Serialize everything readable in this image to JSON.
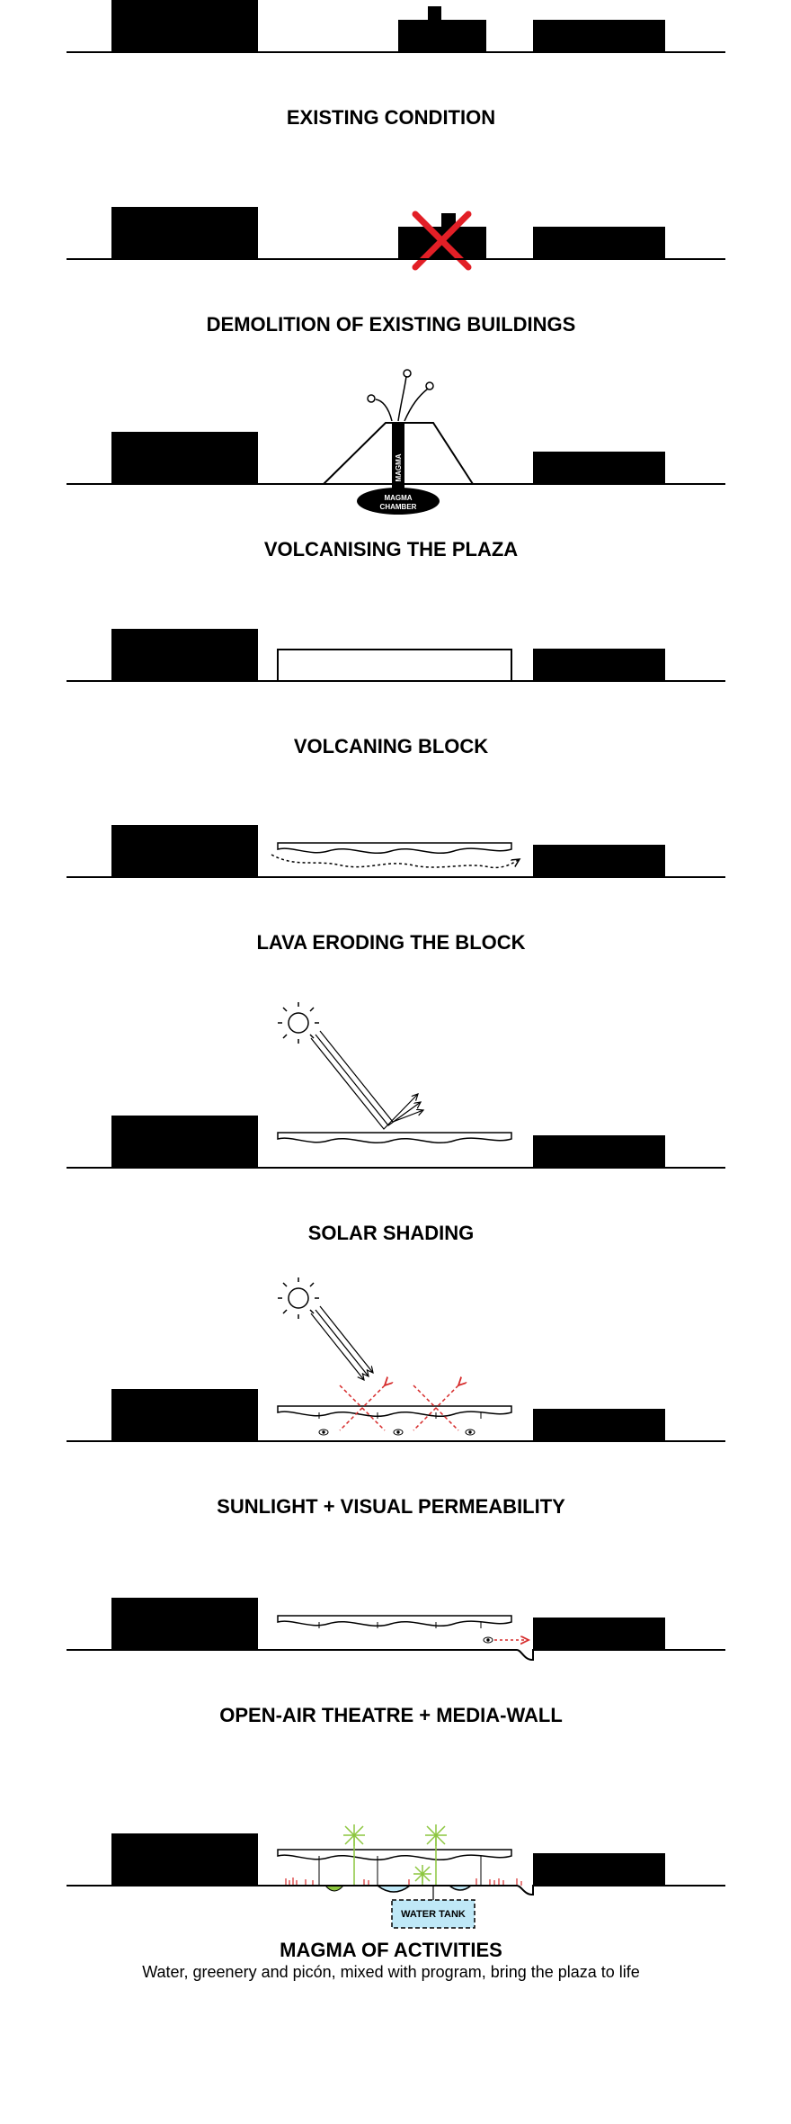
{
  "panels": [
    {
      "title": "EXISTING CONDITION"
    },
    {
      "title": "DEMOLITION OF EXISTING BUILDINGS"
    },
    {
      "title": "VOLCANISING THE PLAZA",
      "magma_label": "MAGMA",
      "chamber_label_1": "MAGMA",
      "chamber_label_2": "CHAMBER"
    },
    {
      "title": "VOLCANING BLOCK"
    },
    {
      "title": "LAVA ERODING THE BLOCK"
    },
    {
      "title": "SOLAR SHADING"
    },
    {
      "title": "SUNLIGHT + VISUAL PERMEABILITY"
    },
    {
      "title": "OPEN-AIR THEATRE + MEDIA-WALL"
    },
    {
      "title": "MAGMA OF ACTIVITIES",
      "subtitle": "Water, greenery and picón, mixed with program, bring the plaza to life",
      "tank_label": "WATER TANK"
    }
  ],
  "colors": {
    "ink": "#000000",
    "demolition_cross": "#e21f26",
    "ray_red": "#d62a2a",
    "palm_green": "#8cc63f",
    "water_fill": "#bfe8f7"
  }
}
